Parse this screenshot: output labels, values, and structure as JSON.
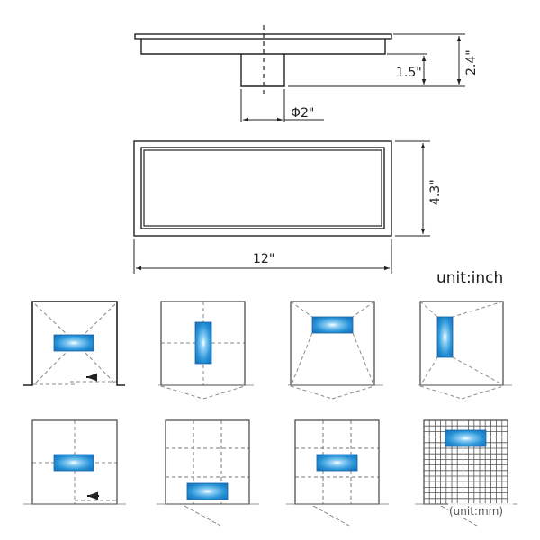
{
  "diagram": {
    "side_view": {
      "labels": {
        "total_height": "2.4\"",
        "pipe_height": "1.5\"",
        "pipe_diameter": "Φ2\""
      }
    },
    "top_view": {
      "labels": {
        "width": "12\"",
        "depth": "4.3\""
      }
    },
    "unit_label": "unit:inch",
    "installation_note": "(unit:mm)",
    "installation_examples": [
      {
        "id": 1,
        "layout": "against-wall-perspective",
        "drain_orientation": "horizontal"
      },
      {
        "id": 2,
        "layout": "center-cross-grid",
        "drain_orientation": "vertical"
      },
      {
        "id": 3,
        "layout": "slope-toward-top",
        "drain_orientation": "horizontal"
      },
      {
        "id": 4,
        "layout": "slope-toward-left",
        "drain_orientation": "vertical"
      },
      {
        "id": 5,
        "layout": "center-cross-grid-wall",
        "drain_orientation": "horizontal"
      },
      {
        "id": 6,
        "layout": "3x3-tile-bottom",
        "drain_orientation": "horizontal"
      },
      {
        "id": 7,
        "layout": "3x3-tile-center",
        "drain_orientation": "horizontal"
      },
      {
        "id": 8,
        "layout": "mosaic-grid-top",
        "drain_orientation": "horizontal"
      }
    ],
    "colors": {
      "line": "#222222",
      "dashed": "#8a8a8a",
      "drain_blue": "#1e88d4",
      "drain_highlight": "#ffffff"
    }
  }
}
